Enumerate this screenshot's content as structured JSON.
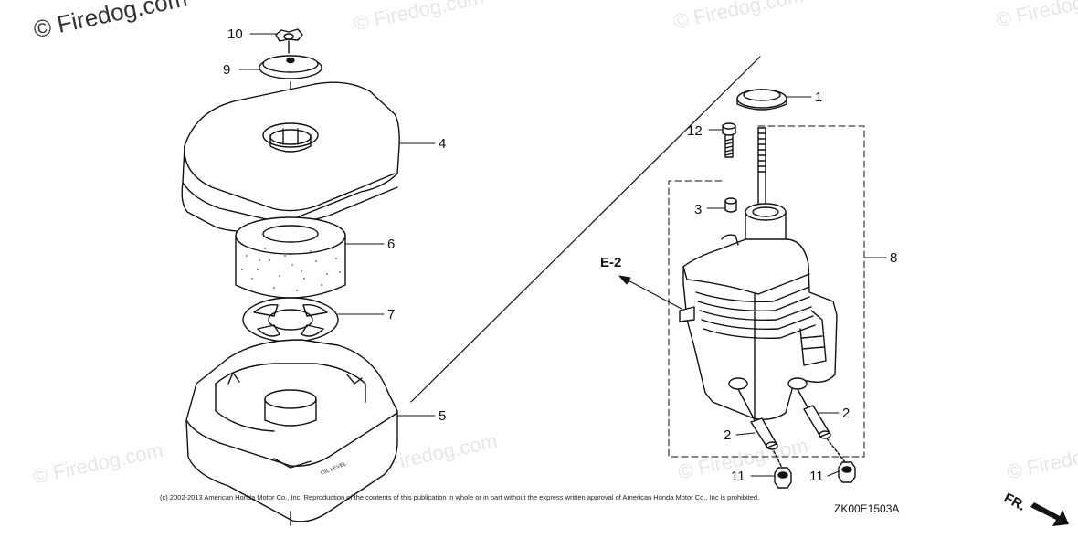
{
  "watermarks": {
    "top_left": "© Firedog.com",
    "text": "© Firedog.com"
  },
  "part_labels": [
    "10",
    "9",
    "4",
    "6",
    "7",
    "5",
    "1",
    "12",
    "3",
    "8",
    "2",
    "2",
    "11",
    "11"
  ],
  "ref_label": "E-2",
  "copyright": "(c) 2002-2013 American Honda Motor Co., Inc. Reproduction of the contents of this publication in whole or in part without the express written approval of American Honda Motor Co., Inc is prohibited.",
  "diagram_code": "ZK00E1503A",
  "front_indicator": "FR.",
  "case_text": "OIL LEVEL"
}
